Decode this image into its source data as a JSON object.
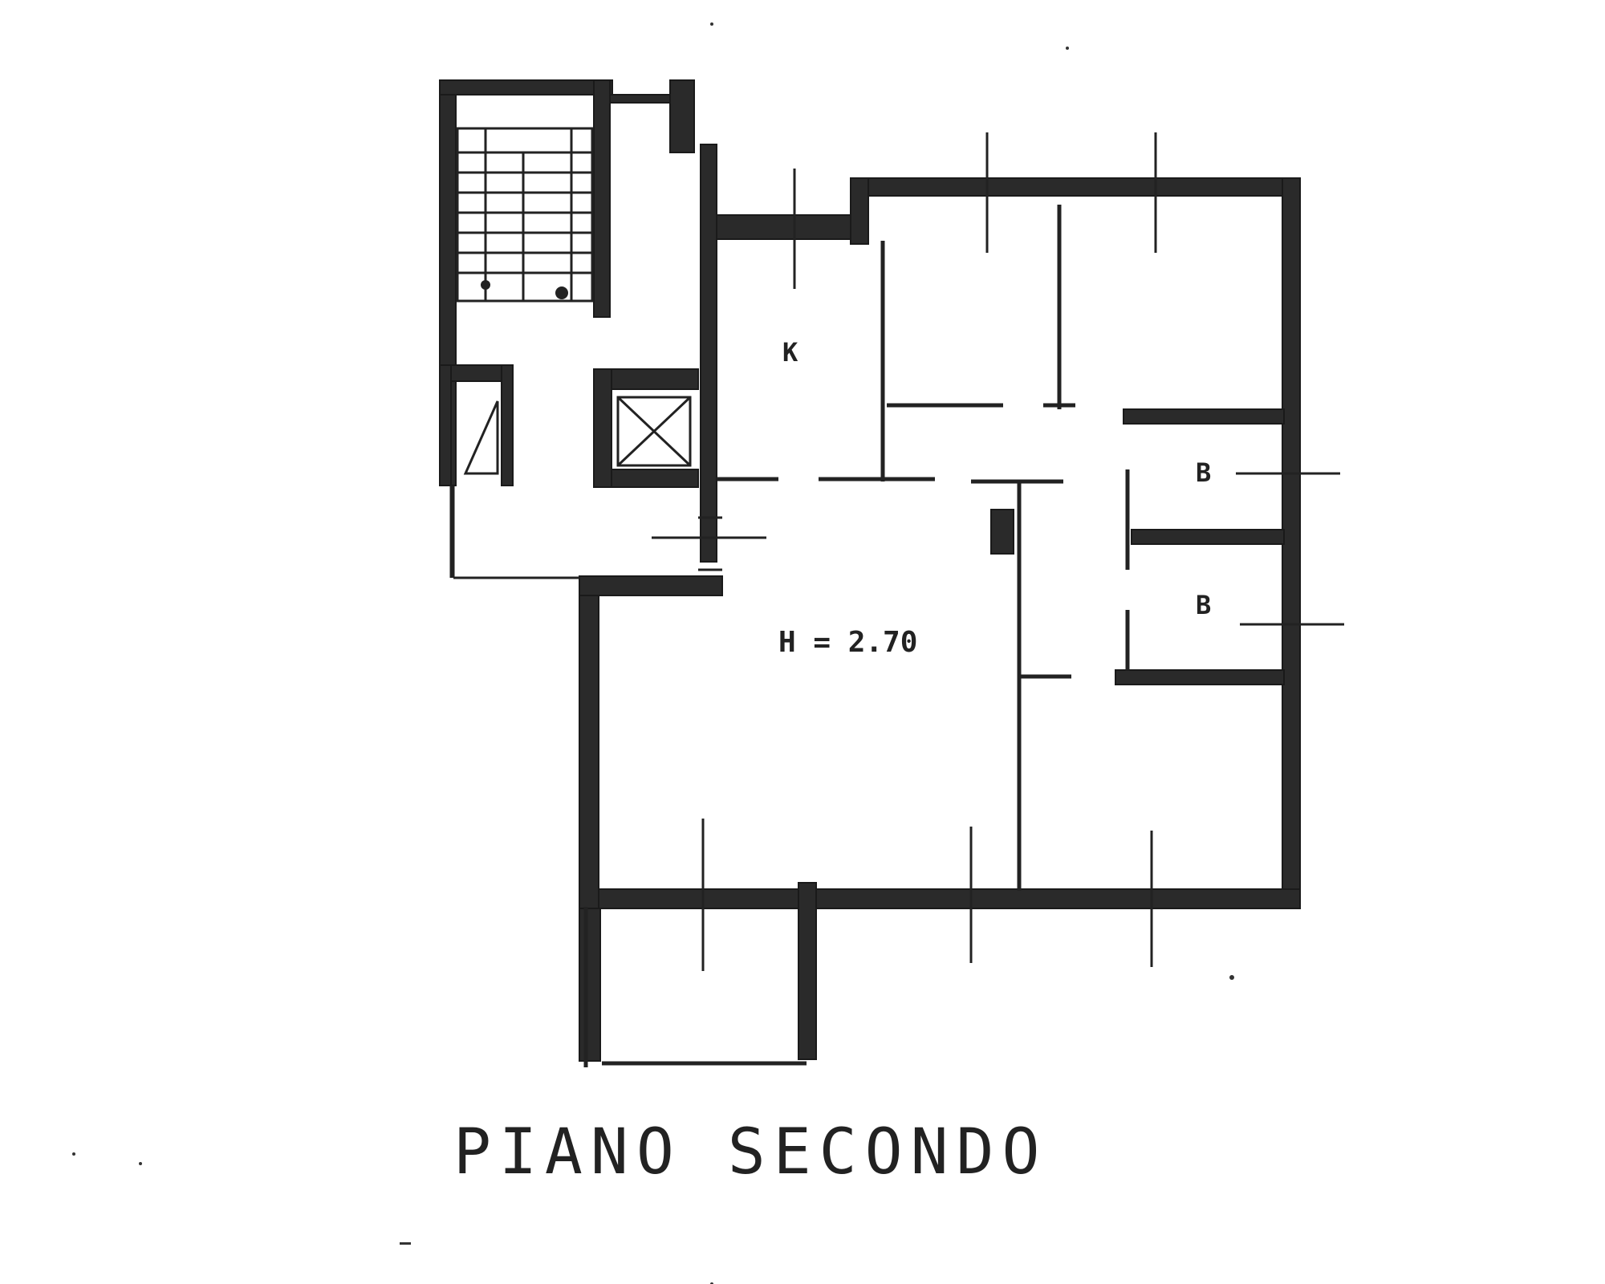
{
  "plan": {
    "title": "PIANO SECONDO",
    "rooms": {
      "kitchen": "K",
      "bath_1": "B",
      "bath_2": "B",
      "height": "H = 2.70"
    }
  }
}
